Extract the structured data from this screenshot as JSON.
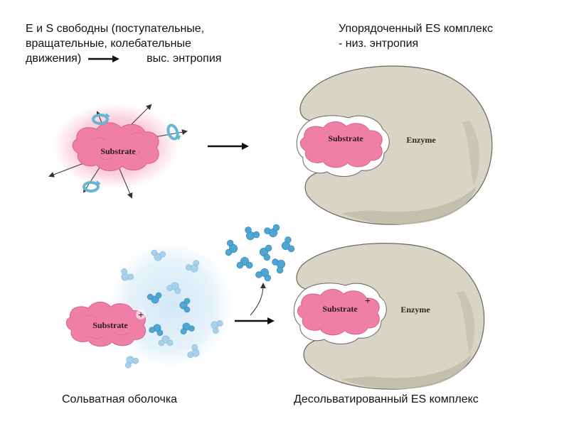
{
  "captions": {
    "top_left_line1": "E и S свободны (поступательные,",
    "top_left_line2": "вращательные, колебательные",
    "top_left_line3a": "движения)",
    "top_left_line3b": "выс. энтропия",
    "top_right_line1": "Упорядоченный ES комплекс",
    "top_right_line2": "- низ. энтропия",
    "bottom_left": "Сольватная оболочка",
    "bottom_right": "Десольватированный ES комплекс"
  },
  "labels": {
    "substrate": "Substrate",
    "enzyme": "Enzyme",
    "charge": "+"
  },
  "colors": {
    "substrate": "#ef7fa6",
    "substrate_glow": "#f7a9c2",
    "enzyme": "#d8d4c6",
    "enzyme_shadow": "#bfbaa8",
    "water_dark": "#4fa6d3",
    "water_light": "#a8d2ea",
    "solvation_cloud": "#cfe6f5",
    "rotation_icon": "#63b6d4"
  }
}
